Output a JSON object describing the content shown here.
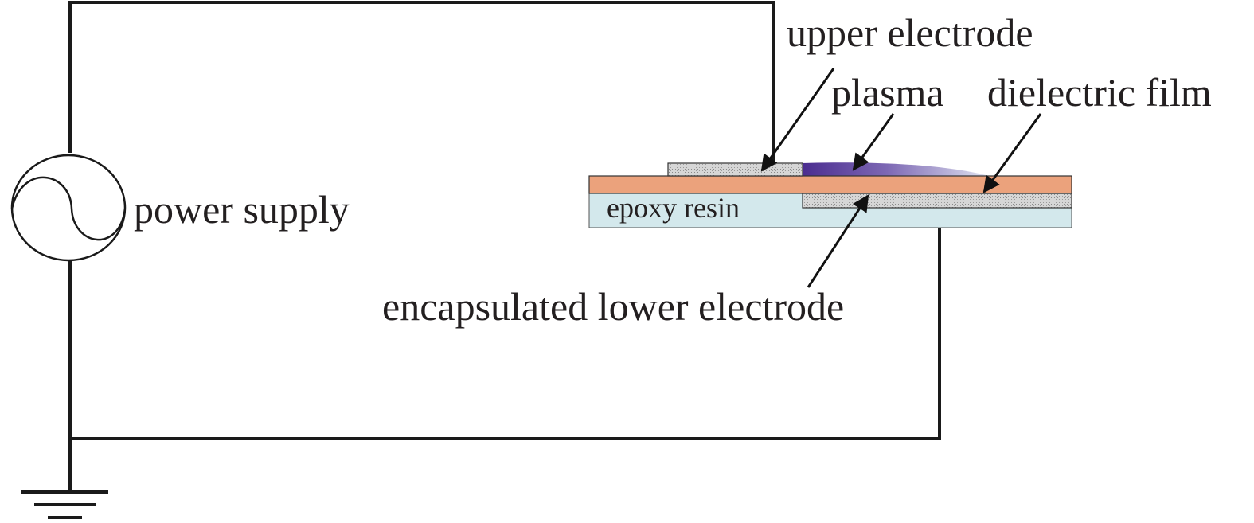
{
  "labels": {
    "power_supply": "power supply",
    "upper_electrode": "upper electrode",
    "plasma": "plasma",
    "dielectric_film": "dielectric film",
    "epoxy_resin": "epoxy resin",
    "lower_electrode": "encapsulated lower electrode"
  },
  "colors": {
    "wire": "#1a1a1a",
    "dielectric_film": "#eba27c",
    "epoxy_resin": "#d3e8ec",
    "electrode": "#d6d6d6",
    "plasma_dark": "#4a2c8f",
    "plasma_light": "#d9deee"
  },
  "symbols": {
    "source": "ac-source-icon",
    "ground": "ground-icon"
  }
}
